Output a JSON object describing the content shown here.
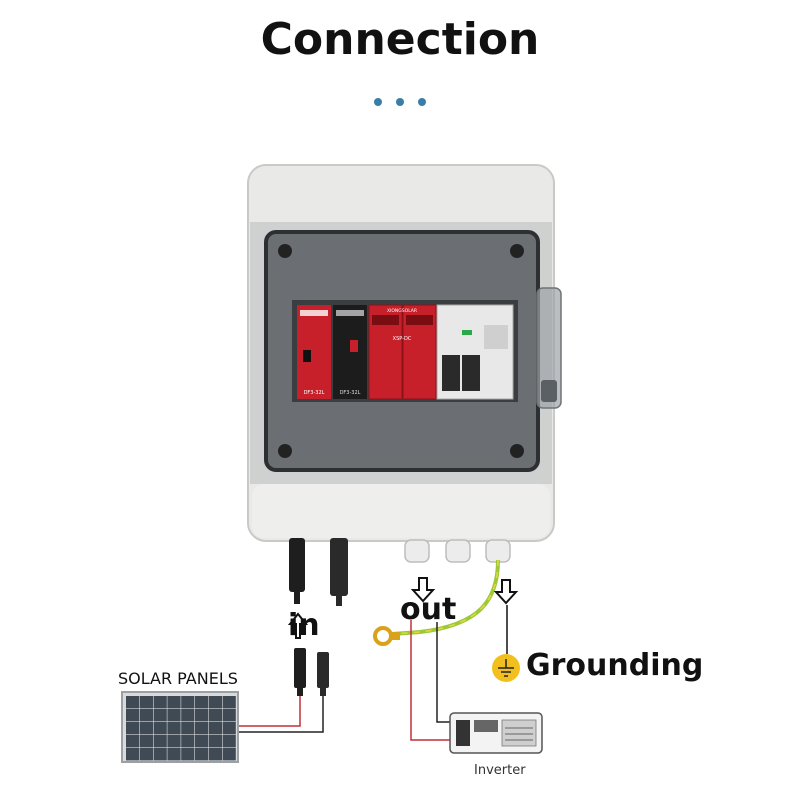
{
  "title": "Connection",
  "labels": {
    "in": "in",
    "out": "out",
    "grounding": "Grounding",
    "solar_panels": "SOLAR PANELS",
    "inverter": "Inverter"
  },
  "modules": {
    "fuse_1_model": "DF3-32L",
    "fuse_2_model": "DF3-32L",
    "spd_brand": "XIONGSOLAR",
    "spd_model": "XSP-DC"
  },
  "colors": {
    "accent_dots": "#3a7ea6",
    "fuse_red": "#c8202a",
    "fuse_black": "#1c1c1c",
    "breaker_white": "#e8e8e8",
    "wire_red": "#c0303a",
    "ground_wire": "#9cc83a",
    "ground_icon": "#f2c01e"
  }
}
